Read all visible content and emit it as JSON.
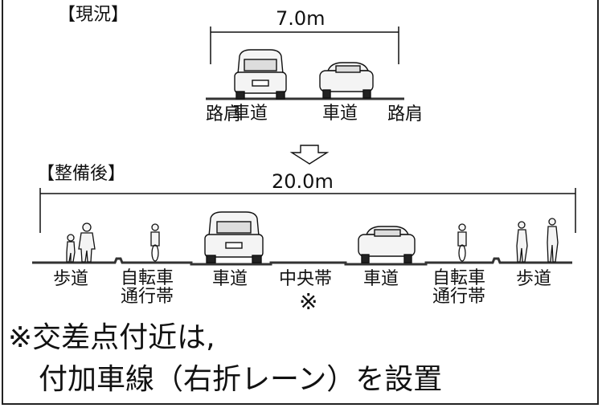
{
  "current": {
    "label": "【現況】",
    "width": "7.0m",
    "lanes": {
      "left_shoulder": "路肩",
      "carriageway_left": "車道",
      "carriageway_right": "車道",
      "right_shoulder": "路肩"
    }
  },
  "planned": {
    "label": "【整備後】",
    "width": "20.0m",
    "lanes": {
      "sidewalk_left": "歩道",
      "bike_left_1": "自転車",
      "bike_left_2": "通行帯",
      "carriageway_left": "車道",
      "median": "中央帯",
      "median_mark": "※",
      "carriageway_right": "車道",
      "bike_right_1": "自転車",
      "bike_right_2": "通行帯",
      "sidewalk_right": "歩道"
    }
  },
  "note": {
    "line1": "※交差点付近は,",
    "line2": "付加車線（右折レーン）を設置"
  },
  "colors": {
    "ink": "#111111",
    "road": "#333333",
    "car_fill": "#f4f4f4"
  }
}
